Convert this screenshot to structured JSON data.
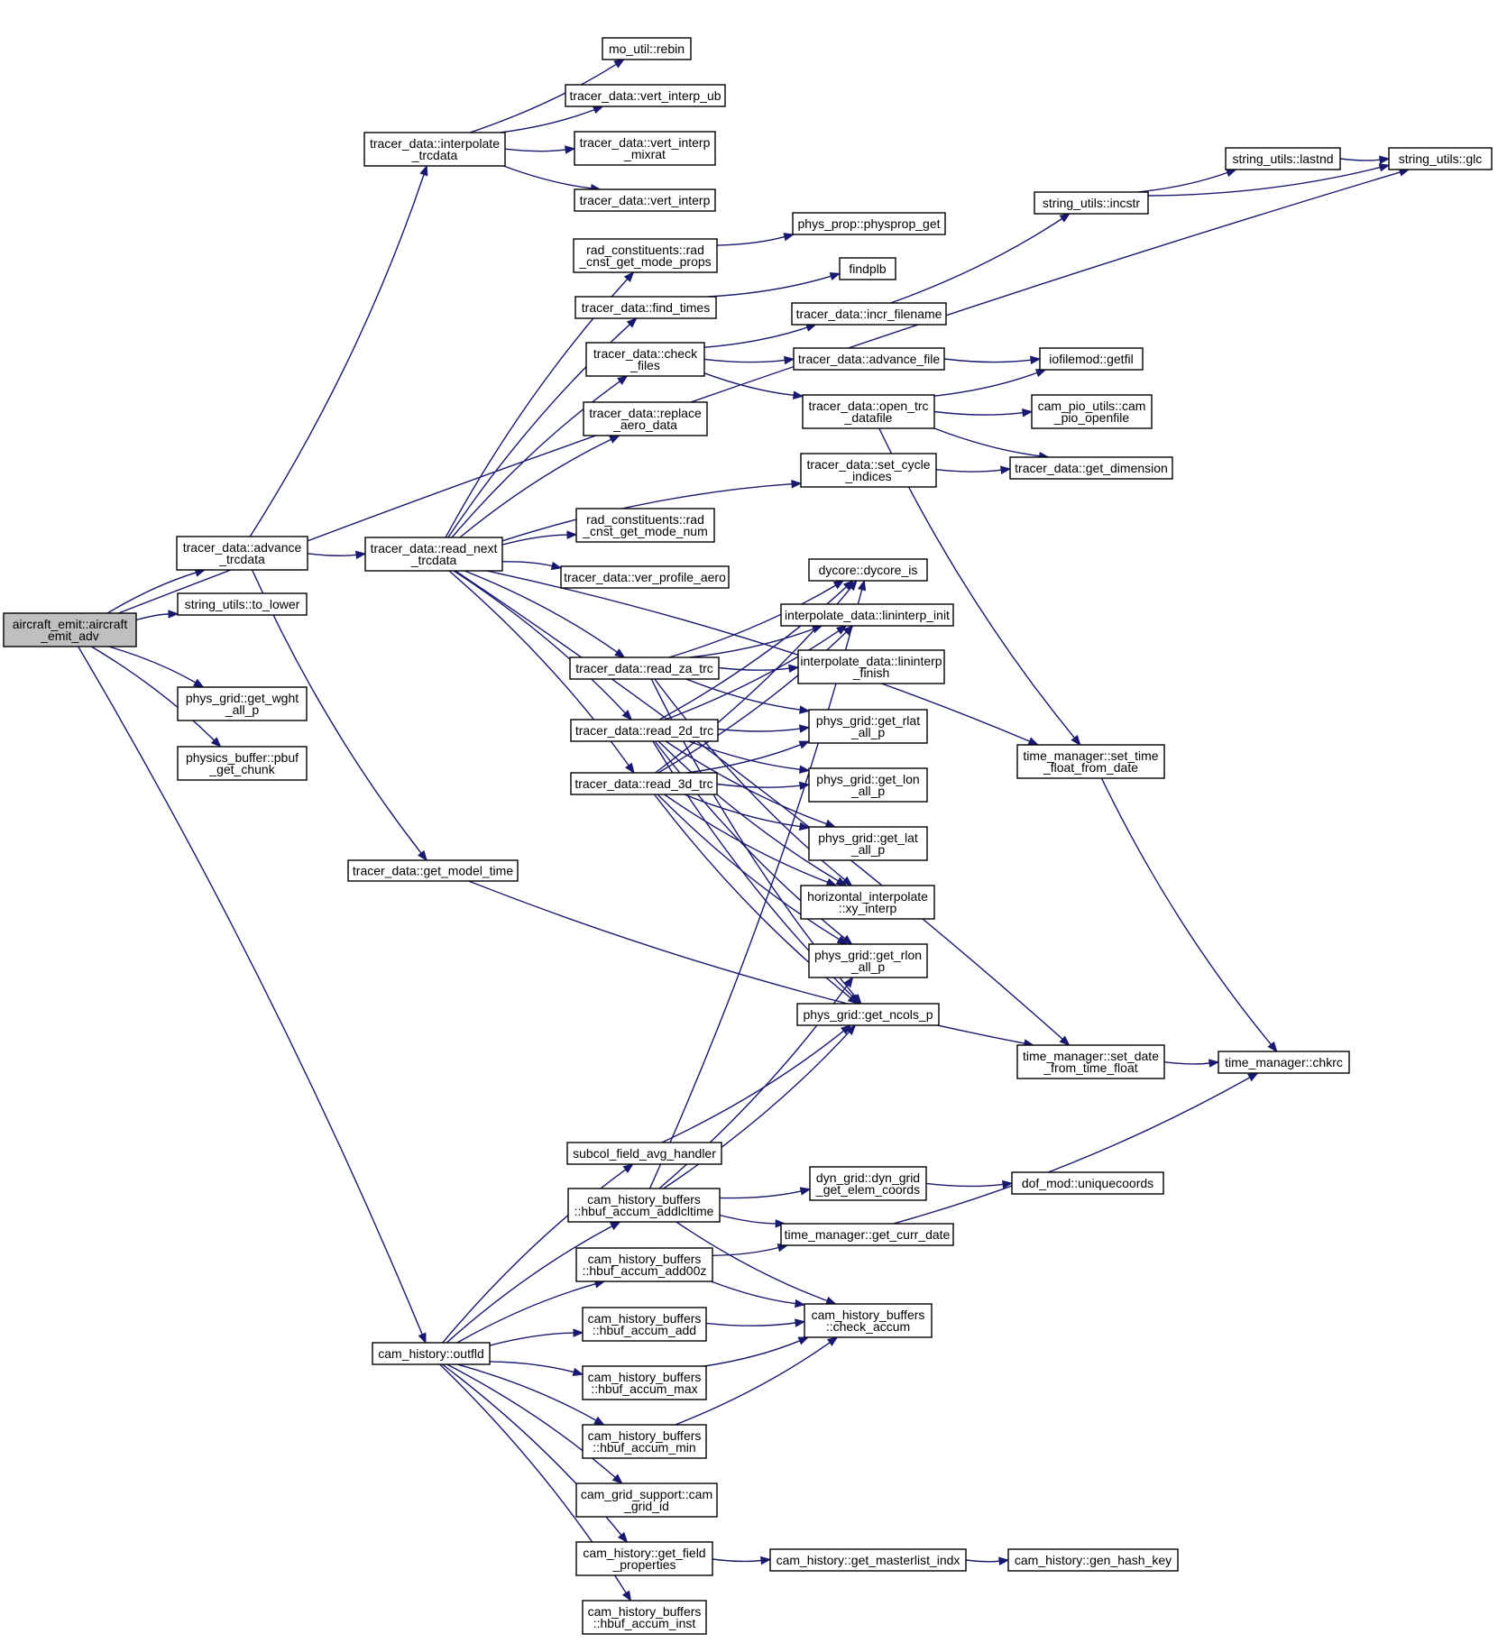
{
  "colors": {
    "edge": "#191970",
    "root_fill": "#bfbfbf",
    "node_fill": "#ffffff"
  },
  "nodes": [
    {
      "id": "root",
      "lines": [
        "aircraft_emit::aircraft",
        "_emit_adv"
      ],
      "root": true
    },
    {
      "id": "adv",
      "lines": [
        "tracer_data::advance",
        "_trcdata"
      ]
    },
    {
      "id": "tolower",
      "lines": [
        "string_utils::to_lower"
      ]
    },
    {
      "id": "wght",
      "lines": [
        "phys_grid::get_wght",
        "_all_p"
      ]
    },
    {
      "id": "pbuf",
      "lines": [
        "physics_buffer::pbuf",
        "_get_chunk"
      ]
    },
    {
      "id": "interp",
      "lines": [
        "tracer_data::interpolate",
        "_trcdata"
      ]
    },
    {
      "id": "readnext",
      "lines": [
        "tracer_data::read_next",
        "_trcdata"
      ]
    },
    {
      "id": "modeltime",
      "lines": [
        "tracer_data::get_model_time"
      ]
    },
    {
      "id": "outfld",
      "lines": [
        "cam_history::outfld"
      ]
    },
    {
      "id": "rebin",
      "lines": [
        "mo_util::rebin"
      ]
    },
    {
      "id": "vub",
      "lines": [
        "tracer_data::vert_interp_ub"
      ]
    },
    {
      "id": "vmix",
      "lines": [
        "tracer_data::vert_interp",
        "_mixrat"
      ]
    },
    {
      "id": "vint",
      "lines": [
        "tracer_data::vert_interp"
      ]
    },
    {
      "id": "modeprops",
      "lines": [
        "rad_constituents::rad",
        "_cnst_get_mode_props"
      ]
    },
    {
      "id": "findtimes",
      "lines": [
        "tracer_data::find_times"
      ]
    },
    {
      "id": "checkfiles",
      "lines": [
        "tracer_data::check",
        "_files"
      ]
    },
    {
      "id": "replace",
      "lines": [
        "tracer_data::replace",
        "_aero_data"
      ]
    },
    {
      "id": "modenum",
      "lines": [
        "rad_constituents::rad",
        "_cnst_get_mode_num"
      ]
    },
    {
      "id": "verprof",
      "lines": [
        "tracer_data::ver_profile_aero"
      ]
    },
    {
      "id": "zatrc",
      "lines": [
        "tracer_data::read_za_trc"
      ]
    },
    {
      "id": "trc2d",
      "lines": [
        "tracer_data::read_2d_trc"
      ]
    },
    {
      "id": "trc3d",
      "lines": [
        "tracer_data::read_3d_trc"
      ]
    },
    {
      "id": "subcol",
      "lines": [
        "subcol_field_avg_handler"
      ]
    },
    {
      "id": "addlcl",
      "lines": [
        "cam_history_buffers",
        "::hbuf_accum_addlcltime"
      ]
    },
    {
      "id": "add00z",
      "lines": [
        "cam_history_buffers",
        "::hbuf_accum_add00z"
      ]
    },
    {
      "id": "accadd",
      "lines": [
        "cam_history_buffers",
        "::hbuf_accum_add"
      ]
    },
    {
      "id": "accmax",
      "lines": [
        "cam_history_buffers",
        "::hbuf_accum_max"
      ]
    },
    {
      "id": "accmin",
      "lines": [
        "cam_history_buffers",
        "::hbuf_accum_min"
      ]
    },
    {
      "id": "gridid",
      "lines": [
        "cam_grid_support::cam",
        "_grid_id"
      ]
    },
    {
      "id": "fieldprops",
      "lines": [
        "cam_history::get_field",
        "_properties"
      ]
    },
    {
      "id": "accinst",
      "lines": [
        "cam_history_buffers",
        "::hbuf_accum_inst"
      ]
    },
    {
      "id": "physprop",
      "lines": [
        "phys_prop::physprop_get"
      ]
    },
    {
      "id": "findplb",
      "lines": [
        "findplb"
      ]
    },
    {
      "id": "incrfn",
      "lines": [
        "tracer_data::incr_filename"
      ]
    },
    {
      "id": "advfile",
      "lines": [
        "tracer_data::advance_file"
      ]
    },
    {
      "id": "opentrc",
      "lines": [
        "tracer_data::open_trc",
        "_datafile"
      ]
    },
    {
      "id": "setcycle",
      "lines": [
        "tracer_data::set_cycle",
        "_indices"
      ]
    },
    {
      "id": "dycore",
      "lines": [
        "dycore::dycore_is"
      ]
    },
    {
      "id": "lininit",
      "lines": [
        "interpolate_data::lininterp_init"
      ]
    },
    {
      "id": "linfin",
      "lines": [
        "interpolate_data::lininterp",
        "_finish"
      ]
    },
    {
      "id": "rlat",
      "lines": [
        "phys_grid::get_rlat",
        "_all_p"
      ]
    },
    {
      "id": "lon",
      "lines": [
        "phys_grid::get_lon",
        "_all_p"
      ]
    },
    {
      "id": "lat",
      "lines": [
        "phys_grid::get_lat",
        "_all_p"
      ]
    },
    {
      "id": "xyinterp",
      "lines": [
        "horizontal_interpolate",
        "::xy_interp"
      ]
    },
    {
      "id": "rlon",
      "lines": [
        "phys_grid::get_rlon",
        "_all_p"
      ]
    },
    {
      "id": "ncols",
      "lines": [
        "phys_grid::get_ncols_p"
      ]
    },
    {
      "id": "elemcoords",
      "lines": [
        "dyn_grid::dyn_grid",
        "_get_elem_coords"
      ]
    },
    {
      "id": "currdate",
      "lines": [
        "time_manager::get_curr_date"
      ]
    },
    {
      "id": "checkaccum",
      "lines": [
        "cam_history_buffers",
        "::check_accum"
      ]
    },
    {
      "id": "masterlist",
      "lines": [
        "cam_history::get_masterlist_indx"
      ]
    },
    {
      "id": "incstr",
      "lines": [
        "string_utils::incstr"
      ]
    },
    {
      "id": "lastnd",
      "lines": [
        "string_utils::lastnd"
      ]
    },
    {
      "id": "glc",
      "lines": [
        "string_utils::glc"
      ]
    },
    {
      "id": "getfil",
      "lines": [
        "iofilemod::getfil"
      ]
    },
    {
      "id": "pioopen",
      "lines": [
        "cam_pio_utils::cam",
        "_pio_openfile"
      ]
    },
    {
      "id": "getdim",
      "lines": [
        "tracer_data::get_dimension"
      ]
    },
    {
      "id": "settimefloat",
      "lines": [
        "time_manager::set_time",
        "_float_from_date"
      ]
    },
    {
      "id": "setdatefloat",
      "lines": [
        "time_manager::set_date",
        "_from_time_float"
      ]
    },
    {
      "id": "chkrc",
      "lines": [
        "time_manager::chkrc"
      ]
    },
    {
      "id": "uniquecoords",
      "lines": [
        "dof_mod::uniquecoords"
      ]
    },
    {
      "id": "genhash",
      "lines": [
        "cam_history::gen_hash_key"
      ]
    }
  ],
  "edges": [
    [
      "root",
      "glc"
    ],
    [
      "root",
      "adv"
    ],
    [
      "root",
      "tolower"
    ],
    [
      "root",
      "wght"
    ],
    [
      "root",
      "pbuf"
    ],
    [
      "root",
      "outfld"
    ],
    [
      "adv",
      "interp"
    ],
    [
      "adv",
      "readnext"
    ],
    [
      "adv",
      "modeltime"
    ],
    [
      "interp",
      "rebin"
    ],
    [
      "interp",
      "vub"
    ],
    [
      "interp",
      "vmix"
    ],
    [
      "interp",
      "vint"
    ],
    [
      "readnext",
      "modeprops"
    ],
    [
      "readnext",
      "findtimes"
    ],
    [
      "readnext",
      "checkfiles"
    ],
    [
      "readnext",
      "replace"
    ],
    [
      "readnext",
      "setcycle"
    ],
    [
      "readnext",
      "modenum"
    ],
    [
      "readnext",
      "verprof"
    ],
    [
      "readnext",
      "settimefloat"
    ],
    [
      "readnext",
      "zatrc"
    ],
    [
      "readnext",
      "trc2d"
    ],
    [
      "readnext",
      "trc3d"
    ],
    [
      "readnext",
      "setdatefloat"
    ],
    [
      "modeprops",
      "physprop"
    ],
    [
      "findtimes",
      "findplb"
    ],
    [
      "checkfiles",
      "incrfn"
    ],
    [
      "checkfiles",
      "advfile"
    ],
    [
      "checkfiles",
      "opentrc"
    ],
    [
      "incrfn",
      "incstr"
    ],
    [
      "incstr",
      "lastnd"
    ],
    [
      "incstr",
      "glc"
    ],
    [
      "lastnd",
      "glc"
    ],
    [
      "advfile",
      "getfil"
    ],
    [
      "opentrc",
      "getfil"
    ],
    [
      "opentrc",
      "pioopen"
    ],
    [
      "opentrc",
      "getdim"
    ],
    [
      "opentrc",
      "settimefloat"
    ],
    [
      "setcycle",
      "getdim"
    ],
    [
      "settimefloat",
      "chkrc"
    ],
    [
      "setdatefloat",
      "chkrc"
    ],
    [
      "zatrc",
      "dycore"
    ],
    [
      "zatrc",
      "lininit"
    ],
    [
      "zatrc",
      "linfin"
    ],
    [
      "zatrc",
      "rlat"
    ],
    [
      "zatrc",
      "xyinterp"
    ],
    [
      "zatrc",
      "ncols"
    ],
    [
      "trc2d",
      "dycore"
    ],
    [
      "trc2d",
      "lininit"
    ],
    [
      "trc2d",
      "rlat"
    ],
    [
      "trc2d",
      "lon"
    ],
    [
      "trc2d",
      "lat"
    ],
    [
      "trc2d",
      "xyinterp"
    ],
    [
      "trc2d",
      "rlon"
    ],
    [
      "trc2d",
      "ncols"
    ],
    [
      "trc3d",
      "dycore"
    ],
    [
      "trc3d",
      "lininit"
    ],
    [
      "trc3d",
      "rlat"
    ],
    [
      "trc3d",
      "lon"
    ],
    [
      "trc3d",
      "lat"
    ],
    [
      "trc3d",
      "xyinterp"
    ],
    [
      "trc3d",
      "rlon"
    ],
    [
      "trc3d",
      "ncols"
    ],
    [
      "modeltime",
      "setdatefloat"
    ],
    [
      "outfld",
      "subcol"
    ],
    [
      "outfld",
      "addlcl"
    ],
    [
      "outfld",
      "add00z"
    ],
    [
      "outfld",
      "accadd"
    ],
    [
      "outfld",
      "accmax"
    ],
    [
      "outfld",
      "accmin"
    ],
    [
      "outfld",
      "gridid"
    ],
    [
      "outfld",
      "fieldprops"
    ],
    [
      "outfld",
      "accinst"
    ],
    [
      "subcol",
      "ncols"
    ],
    [
      "addlcl",
      "dycore"
    ],
    [
      "addlcl",
      "rlon"
    ],
    [
      "addlcl",
      "ncols"
    ],
    [
      "addlcl",
      "elemcoords"
    ],
    [
      "addlcl",
      "currdate"
    ],
    [
      "addlcl",
      "checkaccum"
    ],
    [
      "add00z",
      "currdate"
    ],
    [
      "add00z",
      "checkaccum"
    ],
    [
      "accadd",
      "checkaccum"
    ],
    [
      "accmax",
      "checkaccum"
    ],
    [
      "accmin",
      "checkaccum"
    ],
    [
      "elemcoords",
      "uniquecoords"
    ],
    [
      "currdate",
      "chkrc"
    ],
    [
      "fieldprops",
      "masterlist"
    ],
    [
      "masterlist",
      "genhash"
    ]
  ]
}
